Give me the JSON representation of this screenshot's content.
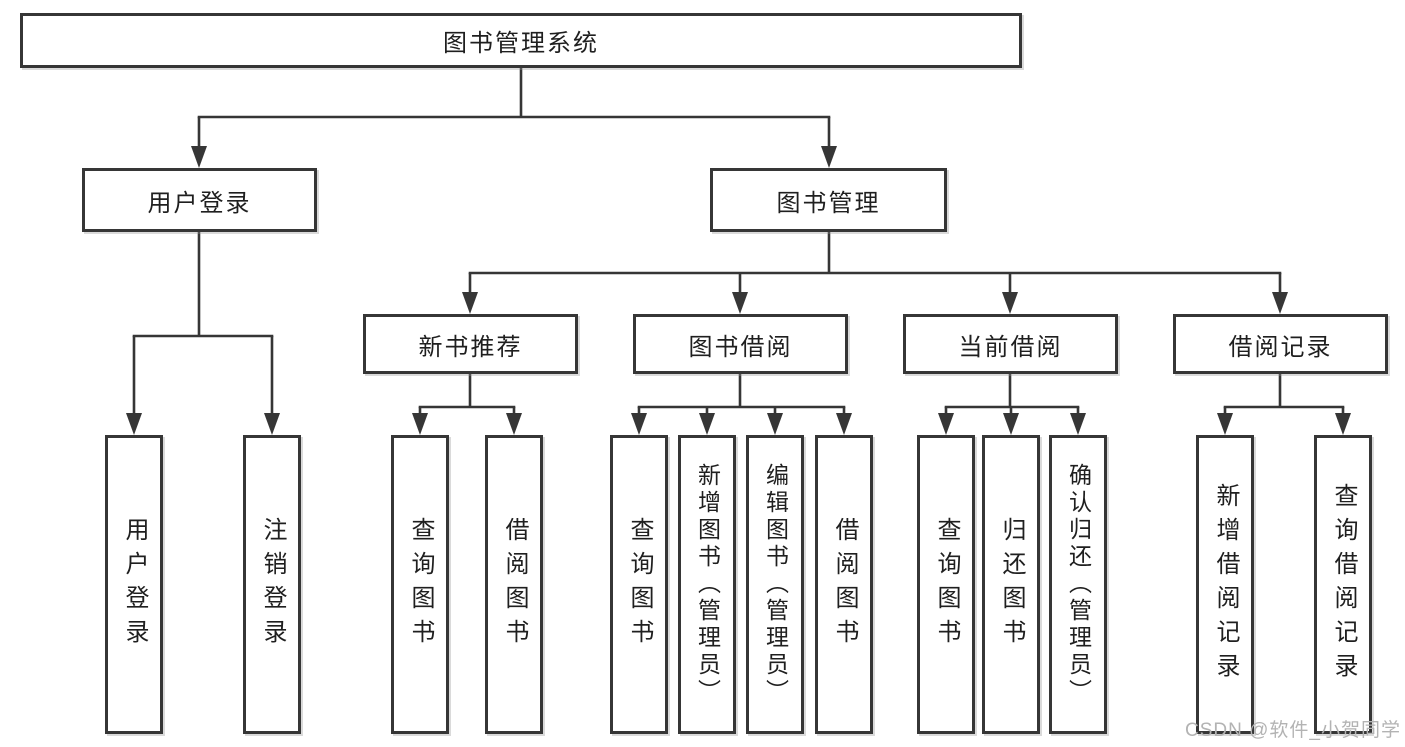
{
  "tree": {
    "root": {
      "label": "图书管理系统"
    },
    "level1": [
      {
        "label": "用户登录",
        "leaves": [
          {
            "label": "用户登录"
          },
          {
            "label": "注销登录"
          }
        ]
      },
      {
        "label": "图书管理",
        "groups": [
          {
            "label": "新书推荐",
            "leaves": [
              {
                "label": "查询图书"
              },
              {
                "label": "借阅图书"
              }
            ]
          },
          {
            "label": "图书借阅",
            "leaves": [
              {
                "label": "查询图书"
              },
              {
                "label": "新增图书（管理员）"
              },
              {
                "label": "编辑图书（管理员）"
              },
              {
                "label": "借阅图书"
              }
            ]
          },
          {
            "label": "当前借阅",
            "leaves": [
              {
                "label": "查询图书"
              },
              {
                "label": "归还图书"
              },
              {
                "label": "确认归还（管理员）"
              }
            ]
          },
          {
            "label": "借阅记录",
            "leaves": [
              {
                "label": "新增借阅记录"
              },
              {
                "label": "查询借阅记录"
              }
            ]
          }
        ]
      }
    ]
  },
  "watermark": {
    "text": "CSDN @软件_小贺同学"
  },
  "colors": {
    "line": "#363636",
    "box_border": "#363636",
    "text": "#1f1f1f",
    "watermark": "#b3b3b3",
    "background": "#ffffff"
  }
}
